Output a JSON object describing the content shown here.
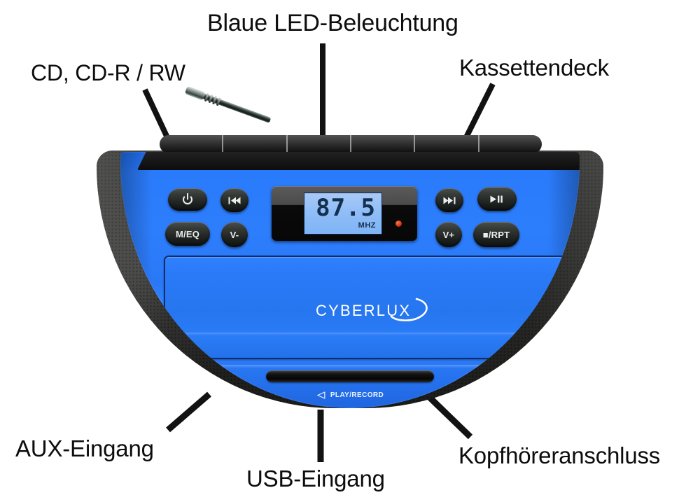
{
  "diagram": {
    "title_labels": [
      {
        "id": "led",
        "text": "Blaue LED-Beleuchtung"
      },
      {
        "id": "cd",
        "text": "CD, CD-R / RW"
      },
      {
        "id": "cassette",
        "text": "Kassettendeck"
      },
      {
        "id": "aux",
        "text": "AUX-Eingang"
      },
      {
        "id": "usb",
        "text": "USB-Eingang"
      },
      {
        "id": "kopf",
        "text": "Kopfhöreranschluss"
      }
    ],
    "labels": {
      "led": "Blaue LED-Beleuchtung",
      "cd": "CD, CD-R / RW",
      "cassette": "Kassettendeck",
      "aux": "AUX-Eingang",
      "usb": "USB-Eingang",
      "headphone": "Kopfhöreranschluss"
    }
  },
  "device": {
    "brand": "CYBERLUX",
    "display": {
      "value": "87.5",
      "unit": "MHZ"
    },
    "buttons": [
      {
        "id": "power",
        "label": "⏻",
        "name": "power-button"
      },
      {
        "id": "prev",
        "label": "⏮",
        "name": "previous-track-button"
      },
      {
        "id": "meq",
        "label": "M/EQ",
        "name": "mode-eq-button"
      },
      {
        "id": "voldown",
        "label": "V-",
        "name": "volume-down-button"
      },
      {
        "id": "next",
        "label": "⏭",
        "name": "next-track-button"
      },
      {
        "id": "play",
        "label": "▶❙❙",
        "name": "play-pause-button"
      },
      {
        "id": "volup",
        "label": "V+",
        "name": "volume-up-button"
      },
      {
        "id": "stop",
        "label": "■/RPT",
        "name": "stop-repeat-button"
      }
    ],
    "button_labels": {
      "power": "⏻",
      "prev": "⏮",
      "meq": "M/EQ",
      "voldown": "V-",
      "next": "⏭",
      "play": "▶❙❙",
      "volup": "V+",
      "stop": "■/RPT"
    },
    "engraving": "PLAY/RECORD"
  },
  "colors": {
    "body_blue": "#2a7af8",
    "accent_blue": "#2f80ff",
    "lcd_blue": "#8fbdf7",
    "lcd_text": "#14304f",
    "button_dark": "#1b201e",
    "led_red": "#c42a05",
    "speaker_dark": "#2b2b29",
    "label_text": "#0d0d0d",
    "background": "#ffffff"
  }
}
